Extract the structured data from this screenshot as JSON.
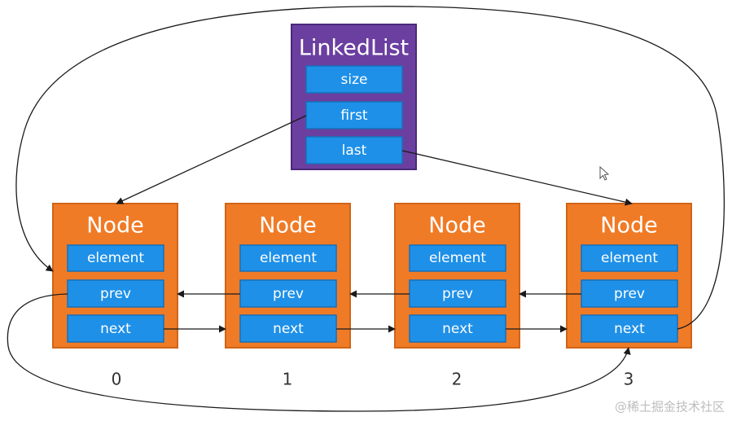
{
  "colors": {
    "linkedlist_fill": "#6b3fa0",
    "linkedlist_border": "#4a2a7a",
    "node_fill": "#f07b26",
    "node_border": "#cf6417",
    "field_fill": "#1e90e8",
    "field_border": "#1670b8",
    "arrow": "#1a1a1a"
  },
  "linkedlist": {
    "title": "LinkedList",
    "fields": [
      "size",
      "first",
      "last"
    ]
  },
  "nodes": [
    {
      "title": "Node",
      "fields": [
        "element",
        "prev",
        "next"
      ],
      "index": "0"
    },
    {
      "title": "Node",
      "fields": [
        "element",
        "prev",
        "next"
      ],
      "index": "1"
    },
    {
      "title": "Node",
      "fields": [
        "element",
        "prev",
        "next"
      ],
      "index": "2"
    },
    {
      "title": "Node",
      "fields": [
        "element",
        "prev",
        "next"
      ],
      "index": "3"
    }
  ],
  "watermark": "@稀土掘金技术社区"
}
